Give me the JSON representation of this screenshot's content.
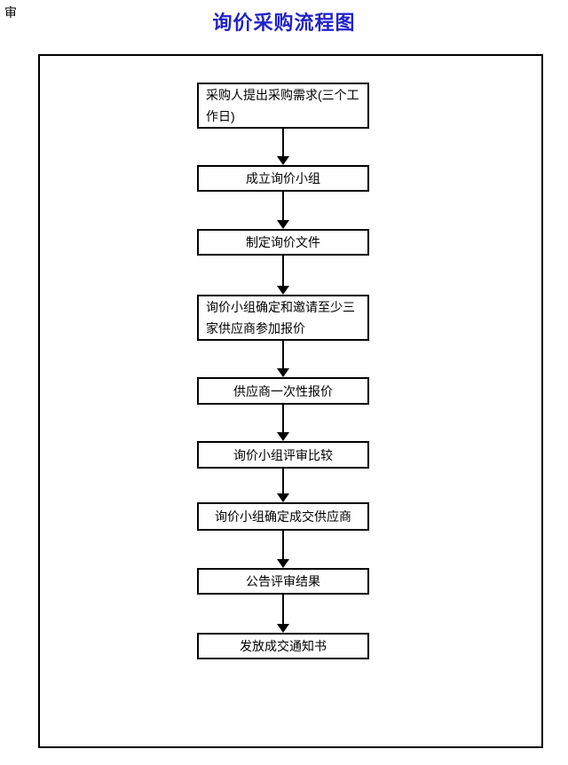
{
  "page": {
    "corner_mark": "审",
    "title": "询价采购流程图",
    "title_color": "#2222CC",
    "border_color": "#000000",
    "background_color": "#ffffff"
  },
  "flow": {
    "steps": [
      {
        "label": "采购人提出采购需求(三个工作日)"
      },
      {
        "label": "成立询价小组"
      },
      {
        "label": "制定询价文件"
      },
      {
        "label": "询价小组确定和邀请至少三家供应商参加报价"
      },
      {
        "label": "供应商一次性报价"
      },
      {
        "label": "询价小组评审比较"
      },
      {
        "label": "询价小组确定成交供应商"
      },
      {
        "label": "公告评审结果"
      },
      {
        "label": "发放成交通知书"
      }
    ]
  }
}
